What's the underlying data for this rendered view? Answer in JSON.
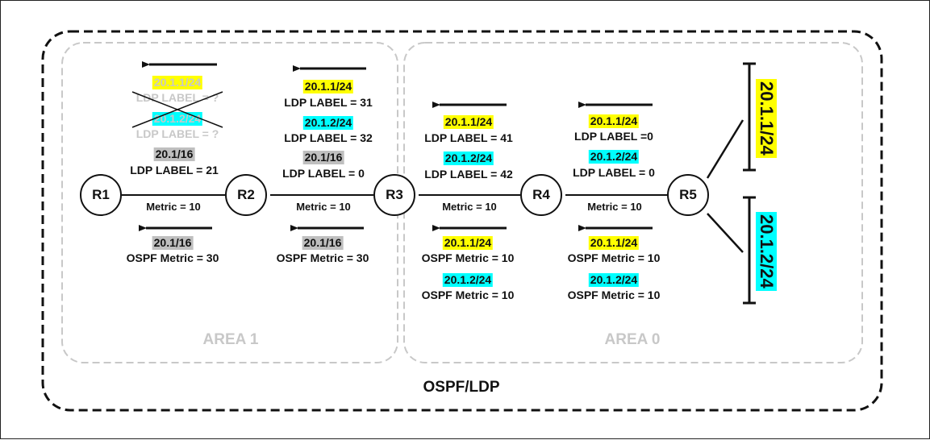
{
  "diagram": {
    "domain_label": "OSPF/LDP",
    "areas": {
      "area1": "AREA 1",
      "area0": "AREA 0"
    },
    "routers": [
      "R1",
      "R2",
      "R3",
      "R4",
      "R5"
    ],
    "link_metrics": {
      "r1_r2": "Metric = 10",
      "r2_r3": "Metric = 10",
      "r3_r4": "Metric = 10",
      "r4_r5": "Metric = 10"
    },
    "prefixes": {
      "p1": "20.1.1/24",
      "p2": "20.1.2/24",
      "summary": "20.1/16"
    },
    "r5_lans": {
      "lan1": "20.1.1/24",
      "lan2": "20.1.2/24"
    },
    "ldp_labels": {
      "r2_p1": "LDP LABEL = ?",
      "r2_p2": "LDP LABEL = ?",
      "r2_summary": "LDP LABEL = 21",
      "r3_p1": "LDP LABEL = 31",
      "r3_p2": "LDP LABEL = 32",
      "r3_summary": "LDP LABEL = 0",
      "r4_p1": "LDP LABEL = 41",
      "r4_p2": "LDP LABEL = 42",
      "r5_p1": "LDP LABEL =0",
      "r5_p2": "LDP LABEL = 0"
    },
    "ospf_metrics": {
      "r2_summary": "OSPF Metric = 30",
      "r3_summary": "OSPF Metric = 30",
      "r4_p1": "OSPF Metric = 10",
      "r4_p2": "OSPF Metric = 10",
      "r5_p1": "OSPF Metric = 10",
      "r5_p2": "OSPF Metric = 10"
    },
    "colors": {
      "prefix1_highlight": "#ffff00",
      "prefix2_highlight": "#00ffff",
      "summary_highlight": "#bfbfbf",
      "area_border": "#c8c8c8",
      "domain_border": "#111111"
    }
  }
}
